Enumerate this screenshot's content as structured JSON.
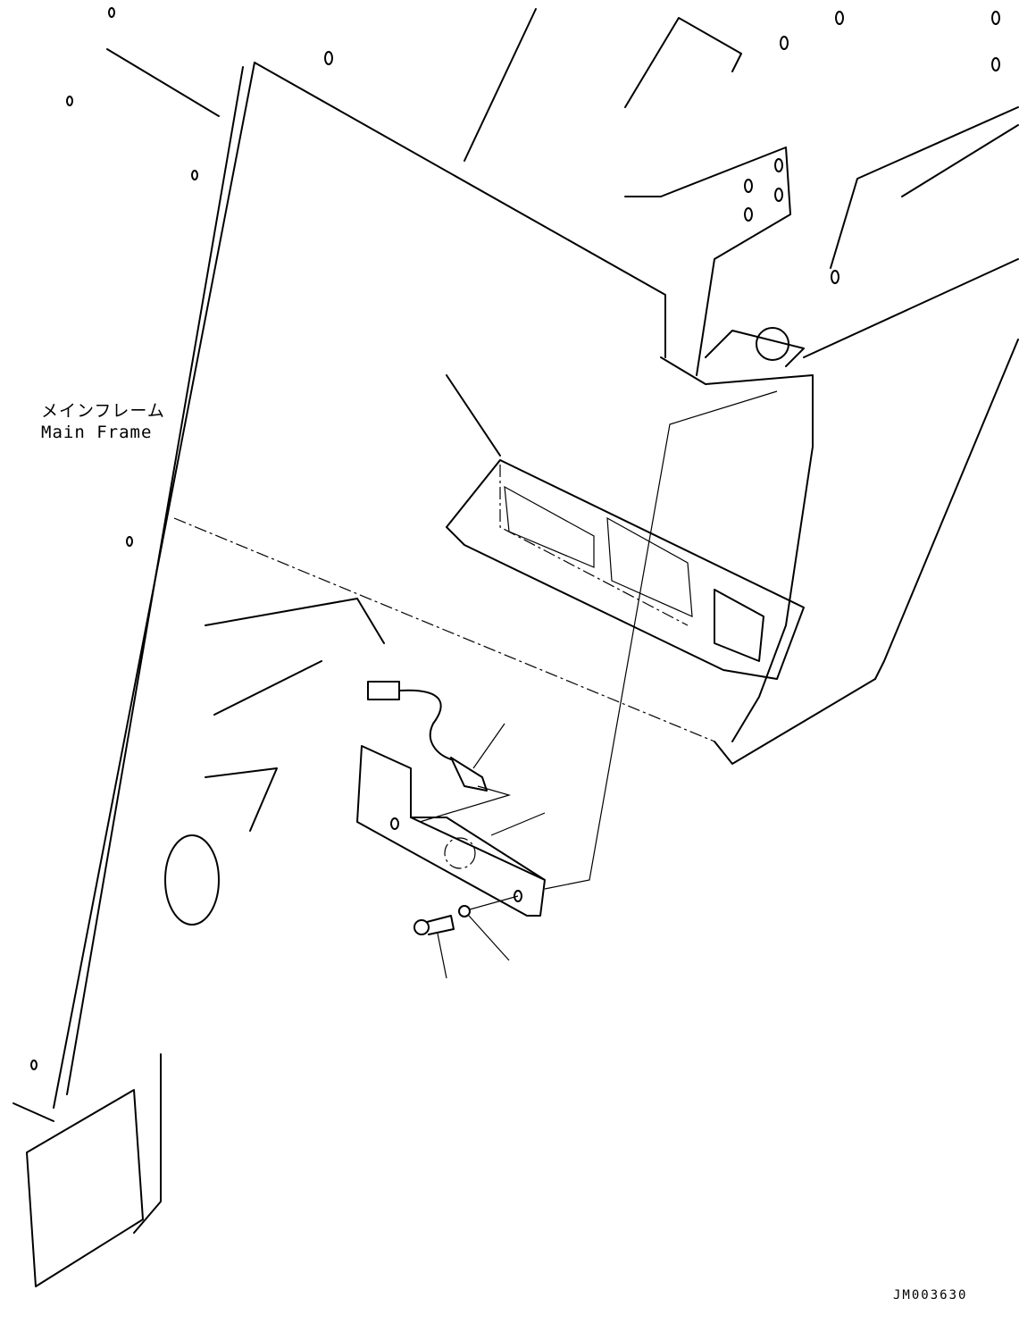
{
  "labels": {
    "part_name_ja": "メインフレーム",
    "part_name_en": "Main Frame"
  },
  "drawing_code": "JM003630"
}
